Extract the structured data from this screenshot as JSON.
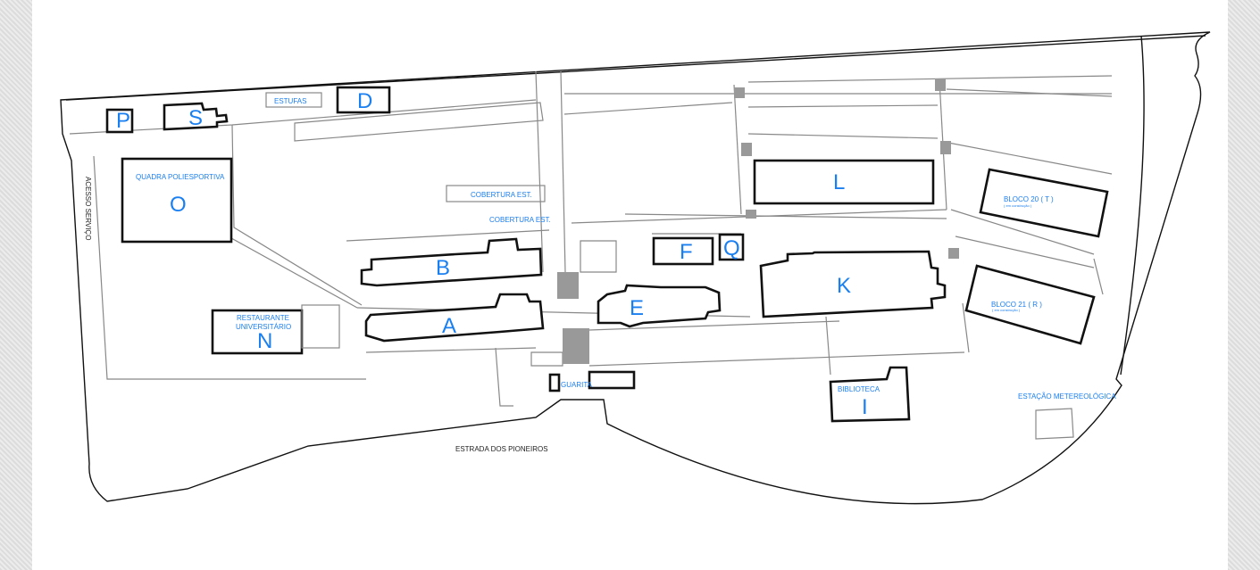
{
  "map": {
    "buildings": {
      "P": "P",
      "S": "S",
      "D": "D",
      "O": "O",
      "B": "B",
      "A": "A",
      "N": "N",
      "E": "E",
      "F": "F",
      "Q": "Q",
      "L": "L",
      "K": "K",
      "I": "I"
    },
    "labels": {
      "estufas": "ESTUFAS",
      "quadra": "QUADRA POLIESPORTIVA",
      "acesso": "ACESSO SERVIÇO",
      "cobertura1": "COBERTURA EST.",
      "cobertura2": "COBERTURA EST.",
      "restaurante1": "RESTAURANTE",
      "restaurante2": "UNIVERSITÁRIO",
      "guarita": "GUARITA",
      "biblioteca": "BIBLIOTECA",
      "bloco20": "BLOCO 20 ( T )",
      "bloco20_sub": "( em construção )",
      "bloco21": "BLOCO 21 ( R )",
      "bloco21_sub": "( em construção )",
      "estacao": "ESTAÇÃO METEREOLÓGICA",
      "estrada": "ESTRADA DOS PIONEIROS"
    }
  }
}
